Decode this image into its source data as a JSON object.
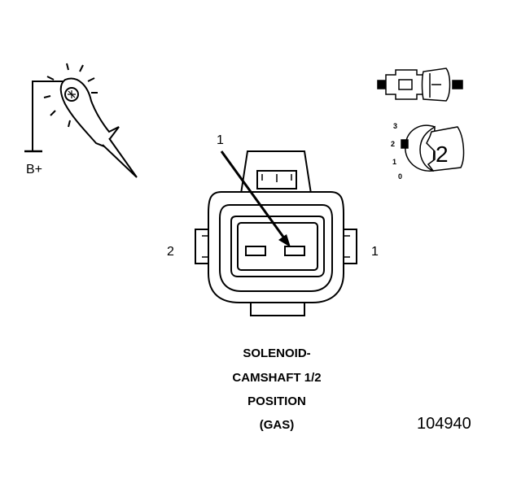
{
  "test_light": {
    "label": "B+"
  },
  "connector": {
    "callout_pin": "1",
    "pin_left": "2",
    "pin_right": "1"
  },
  "keyed_view": {
    "scale": [
      "3",
      "2",
      "1",
      "0"
    ],
    "position": "2"
  },
  "caption": {
    "line1": "SOLENOID-",
    "line2": "CAMSHAFT 1/2",
    "line3": "POSITION",
    "line4": "(GAS)"
  },
  "figure_number": "104940"
}
